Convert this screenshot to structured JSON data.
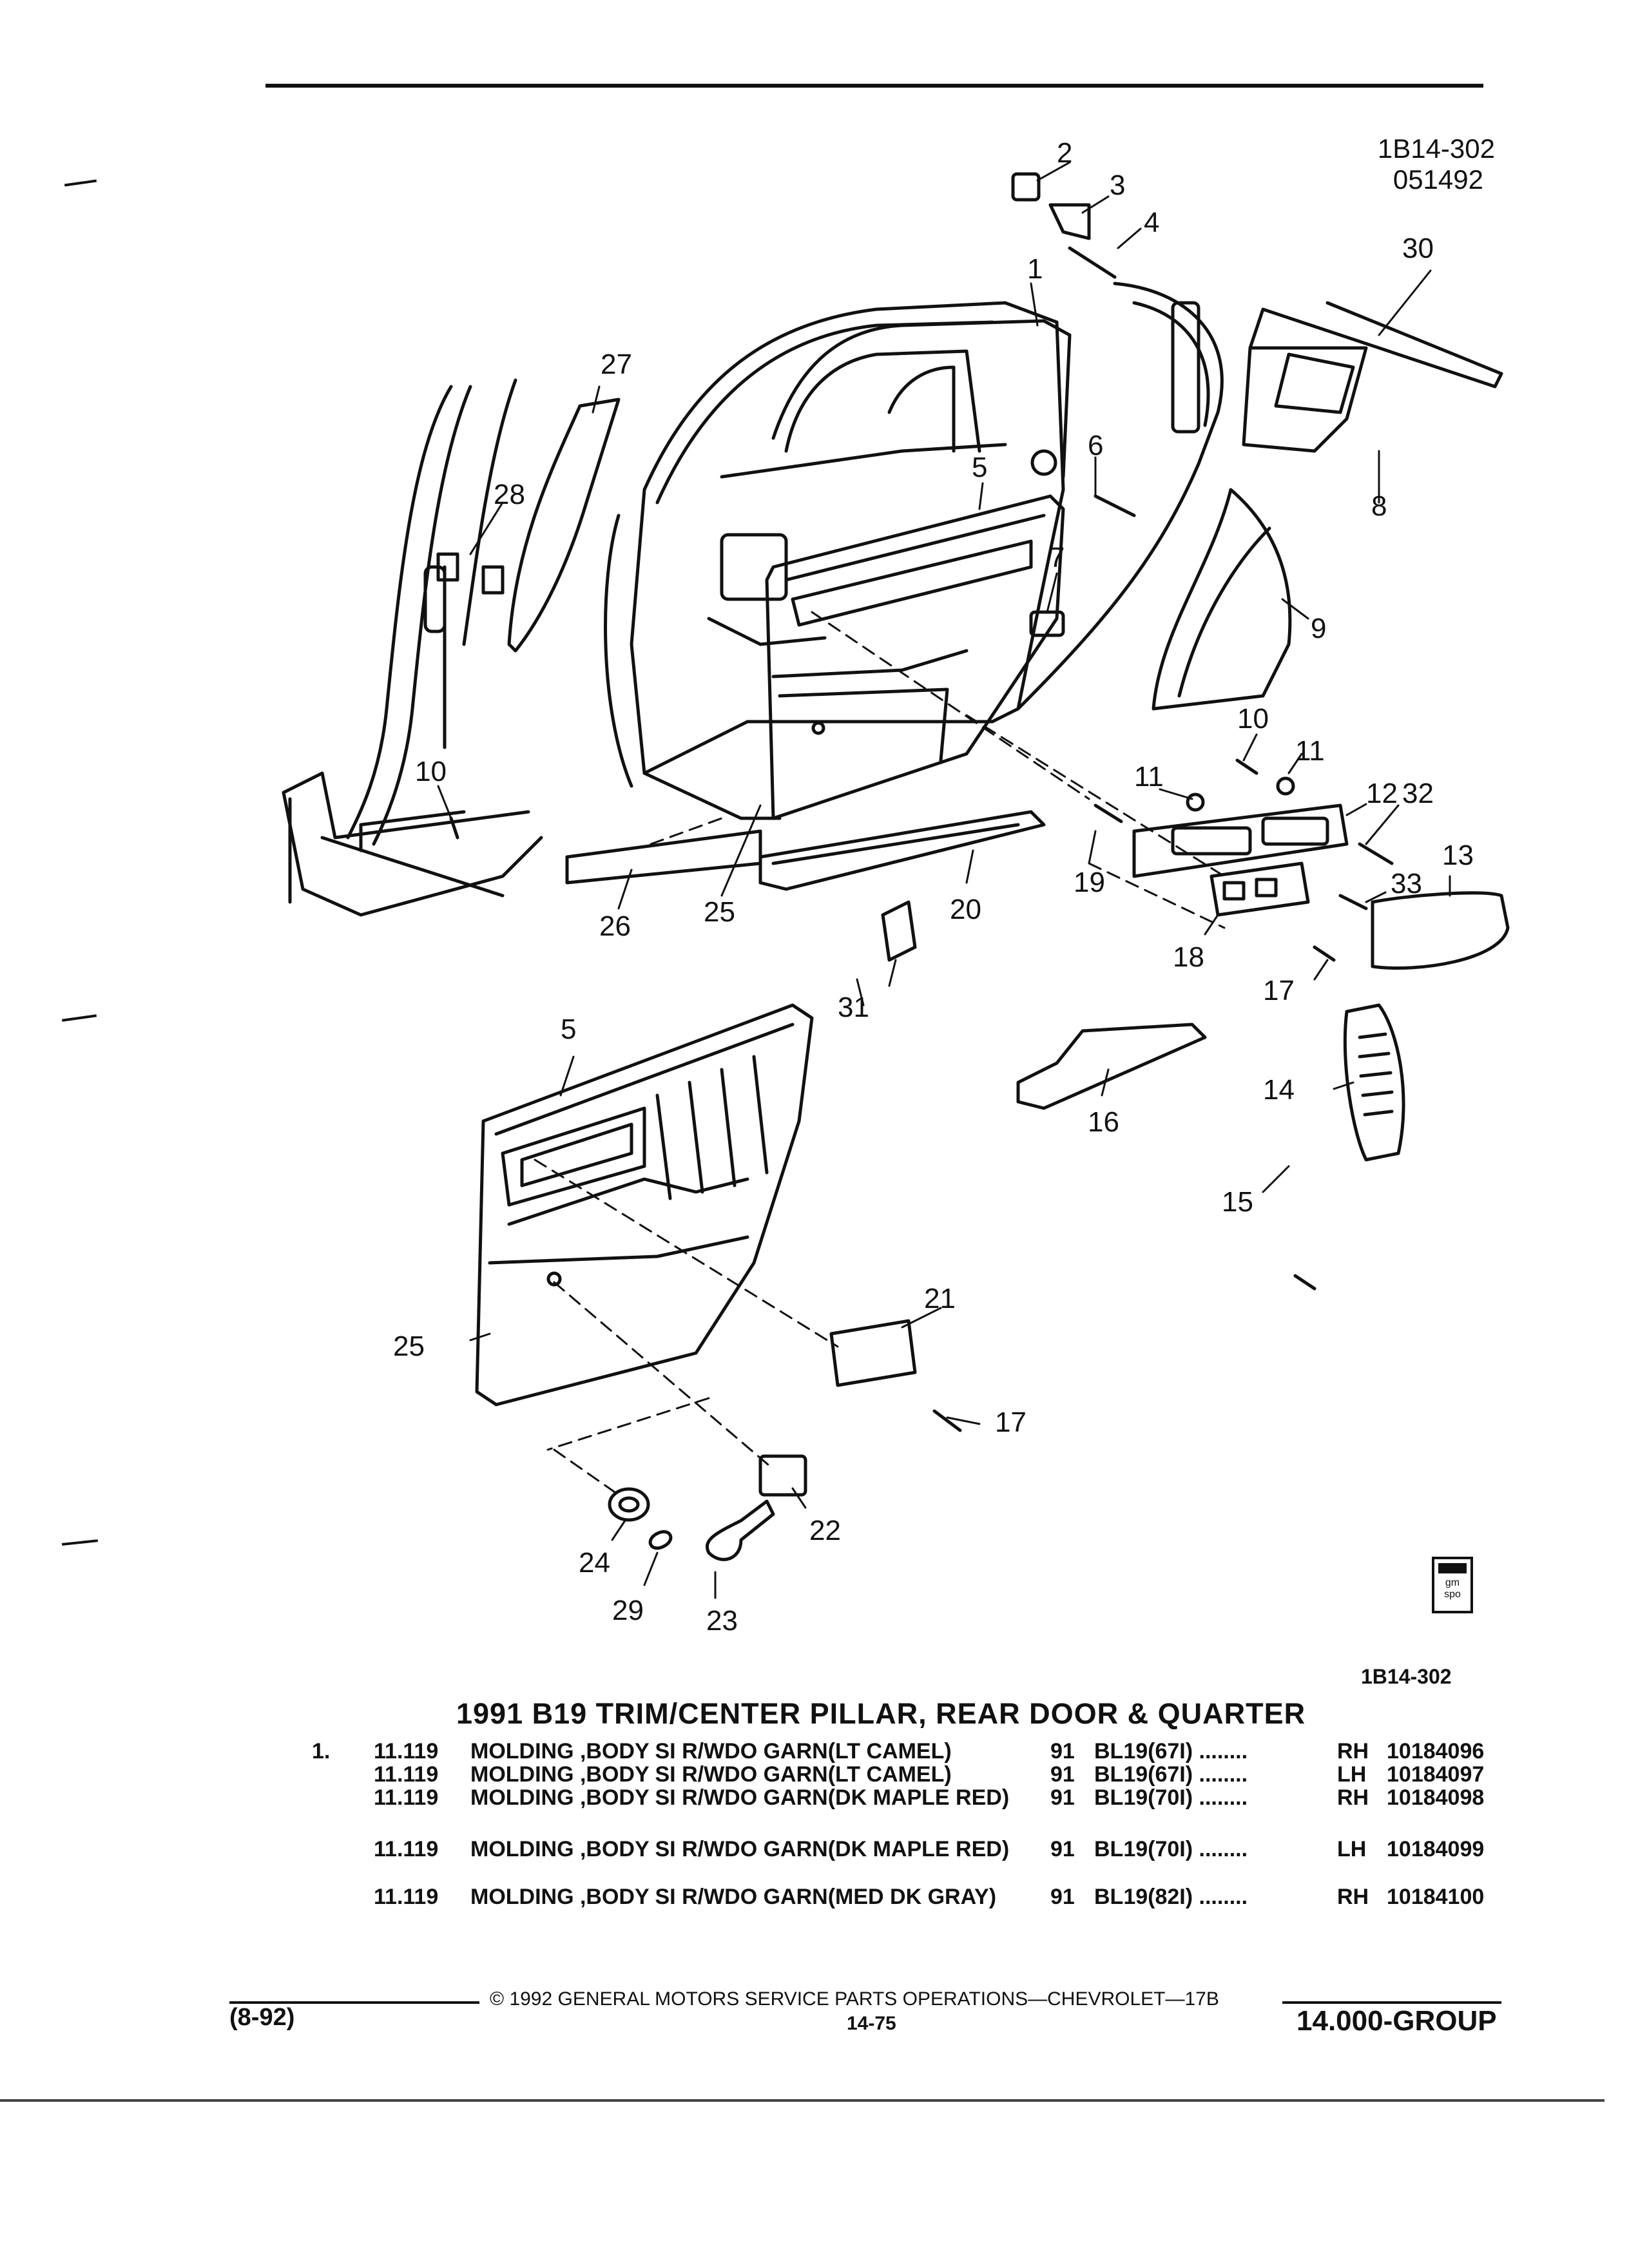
{
  "header": {
    "figure_id": "1B14-302",
    "figure_date": "051492"
  },
  "callouts": [
    "1",
    "2",
    "3",
    "4",
    "5",
    "6",
    "7",
    "8",
    "9",
    "10",
    "11",
    "12",
    "13",
    "14",
    "15",
    "16",
    "17",
    "18",
    "19",
    "20",
    "21",
    "22",
    "23",
    "24",
    "25",
    "26",
    "27",
    "28",
    "29",
    "30",
    "31",
    "32",
    "33"
  ],
  "figure_ref_bottom": "1B14-302",
  "logo": {
    "line1": "gm",
    "line2": "spo"
  },
  "section_title": "1991 B19 TRIM/CENTER PILLAR, REAR DOOR & QUARTER",
  "parts": [
    {
      "item": "1.",
      "code": "11.119",
      "desc": "MOLDING ,BODY SI R/WDO GARN(LT CAMEL)",
      "year": "91",
      "model": "BL19(67I) ........",
      "side": "RH",
      "part": "10184096"
    },
    {
      "item": "",
      "code": "11.119",
      "desc": "MOLDING ,BODY SI R/WDO GARN(LT CAMEL)",
      "year": "91",
      "model": "BL19(67I) ........",
      "side": "LH",
      "part": "10184097"
    },
    {
      "item": "",
      "code": "11.119",
      "desc": "MOLDING ,BODY SI R/WDO GARN(DK MAPLE RED)",
      "year": "91",
      "model": "BL19(70I) ........",
      "side": "RH",
      "part": "10184098"
    },
    {
      "item": "",
      "code": "11.119",
      "desc": "MOLDING ,BODY SI R/WDO GARN(DK MAPLE RED)",
      "year": "91",
      "model": "BL19(70I) ........",
      "side": "LH",
      "part": "10184099"
    },
    {
      "item": "",
      "code": "11.119",
      "desc": "MOLDING ,BODY SI R/WDO GARN(MED DK GRAY)",
      "year": "91",
      "model": "BL19(82I) ........",
      "side": "RH",
      "part": "10184100"
    }
  ],
  "footer": {
    "revision": "(8-92)",
    "copyright": "© 1992 GENERAL MOTORS SERVICE PARTS OPERATIONS—CHEVROLET—17B",
    "page": "14-75",
    "group": "14.000-GROUP"
  }
}
